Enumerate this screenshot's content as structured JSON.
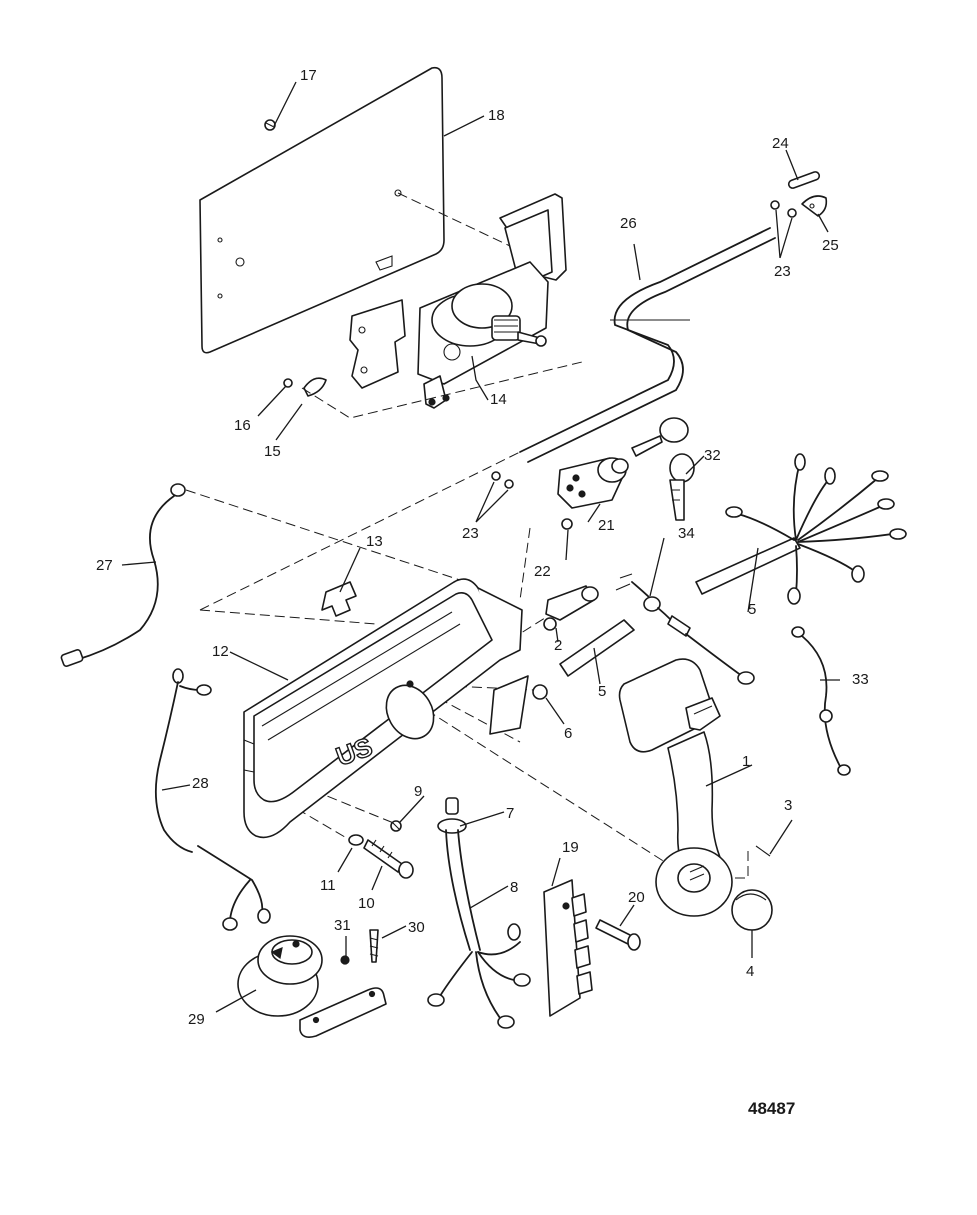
{
  "figure_number": "48487",
  "callouts": {
    "c1": "1",
    "c2": "2",
    "c3": "3",
    "c4": "4",
    "c5a": "5",
    "c5b": "5",
    "c6": "6",
    "c7": "7",
    "c8": "8",
    "c9": "9",
    "c10": "10",
    "c11": "11",
    "c12": "12",
    "c13": "13",
    "c14": "14",
    "c15": "15",
    "c16": "16",
    "c17": "17",
    "c18": "18",
    "c19": "19",
    "c20": "20",
    "c21": "21",
    "c22": "22",
    "c23a": "23",
    "c23b": "23",
    "c24": "24",
    "c25": "25",
    "c26": "26",
    "c27": "27",
    "c28": "28",
    "c29": "29",
    "c30": "30",
    "c31": "31",
    "c32": "32",
    "c33": "33",
    "c34": "34"
  },
  "housing_emblem": "US"
}
